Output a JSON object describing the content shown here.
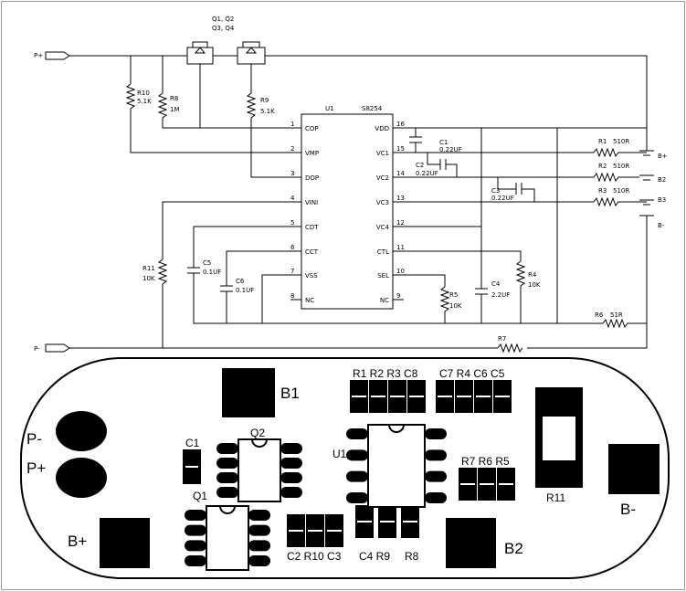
{
  "schematic": {
    "terminals": {
      "p_plus": "P+",
      "p_minus": "P-",
      "b_plus": "B+",
      "b2": "B2",
      "b3": "B3",
      "b_minus": "B-"
    },
    "mosfets": {
      "line1": "Q1, Q2",
      "line2": "Q3, Q4"
    },
    "ic": {
      "ref": "U1",
      "part": "S8254",
      "left_pins": [
        {
          "num": "1",
          "name": "COP"
        },
        {
          "num": "2",
          "name": "VMP"
        },
        {
          "num": "3",
          "name": "DOP"
        },
        {
          "num": "4",
          "name": "VINI"
        },
        {
          "num": "5",
          "name": "CDT"
        },
        {
          "num": "6",
          "name": "CCT"
        },
        {
          "num": "7",
          "name": "VSS"
        },
        {
          "num": "8",
          "name": "NC"
        }
      ],
      "right_pins": [
        {
          "num": "16",
          "name": "VDD"
        },
        {
          "num": "15",
          "name": "VC1"
        },
        {
          "num": "14",
          "name": "VC2"
        },
        {
          "num": "13",
          "name": "VC3"
        },
        {
          "num": "12",
          "name": "VC4"
        },
        {
          "num": "11",
          "name": "CTL"
        },
        {
          "num": "10",
          "name": "SEL"
        },
        {
          "num": "9",
          "name": "NC"
        }
      ]
    },
    "components": {
      "r10": {
        "ref": "R10",
        "value": "5.1K"
      },
      "r8": {
        "ref": "R8",
        "value": "1M"
      },
      "r9": {
        "ref": "R9",
        "value": "5.1K"
      },
      "r11": {
        "ref": "R11",
        "value": "10K"
      },
      "r1": {
        "ref": "R1",
        "value": "510R"
      },
      "r2": {
        "ref": "R2",
        "value": "510R"
      },
      "r3": {
        "ref": "R3",
        "value": "510R"
      },
      "r4": {
        "ref": "R4",
        "value": "10K"
      },
      "r5": {
        "ref": "R5",
        "value": "10K"
      },
      "r6": {
        "ref": "R6",
        "value": "51R"
      },
      "r7": {
        "ref": "R7",
        "value": ""
      },
      "c1": {
        "ref": "C1",
        "value": "0.22UF"
      },
      "c2": {
        "ref": "C2",
        "value": "0.22UF"
      },
      "c3": {
        "ref": "C3",
        "value": "0.22UF"
      },
      "c4": {
        "ref": "C4",
        "value": "2.2UF"
      },
      "c5": {
        "ref": "C5",
        "value": "0.1UF"
      },
      "c6": {
        "ref": "C6",
        "value": "0.1UF"
      }
    }
  },
  "layout": {
    "pads": {
      "p_minus": "P-",
      "p_plus": "P+",
      "b1": "B1",
      "b_plus": "B+",
      "b2": "B2",
      "b_minus": "B-"
    },
    "top_right_group_a": "R1 R2 R3 C8",
    "top_right_group_b": "C7 R4 C6 C5",
    "mid_group": "R7 R6 R5",
    "bottom_group_a": "C2 R10 C3",
    "bottom_group_b": "C4 R9",
    "r8": "R8",
    "r11": "R11",
    "c1": "C1",
    "q1": "Q1",
    "q2": "Q2",
    "u1": "U1"
  }
}
